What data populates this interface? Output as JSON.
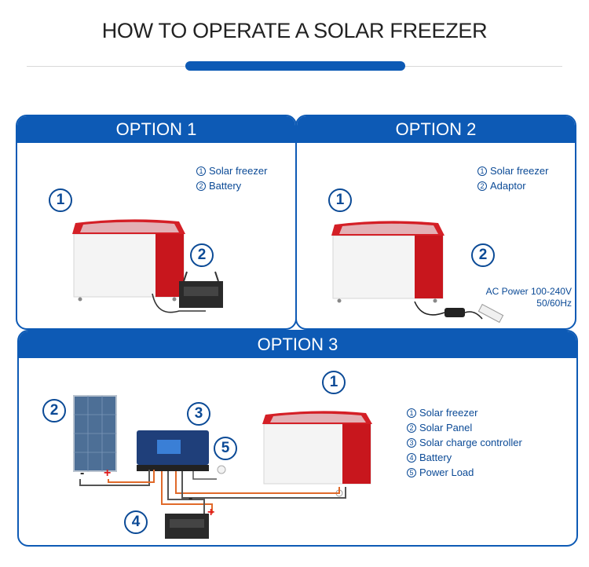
{
  "title": "HOW TO OPERATE A SOLAR FREEZER",
  "option1": {
    "header": "OPTION 1",
    "legend": [
      {
        "num": "1",
        "label": "Solar freezer"
      },
      {
        "num": "2",
        "label": "Battery"
      }
    ]
  },
  "option2": {
    "header": "OPTION 2",
    "legend": [
      {
        "num": "1",
        "label": "Solar freezer"
      },
      {
        "num": "2",
        "label": "Adaptor"
      }
    ],
    "ac_line1": "AC Power 100-240V",
    "ac_line2": "50/60Hz"
  },
  "option3": {
    "header": "OPTION 3",
    "legend": [
      {
        "num": "1",
        "label": "Solar freezer"
      },
      {
        "num": "2",
        "label": "Solar Panel"
      },
      {
        "num": "3",
        "label": "Solar charge controller"
      },
      {
        "num": "4",
        "label": "Battery"
      },
      {
        "num": "5",
        "label": "Power Load"
      }
    ],
    "minus": "-",
    "plus": "+"
  },
  "markers": {
    "one": "1",
    "two": "2",
    "three": "3",
    "four": "4",
    "five": "5"
  },
  "colors": {
    "brand": "#0d5ab5",
    "text": "#0b4a96",
    "freezer_lid": "#d41f26"
  }
}
